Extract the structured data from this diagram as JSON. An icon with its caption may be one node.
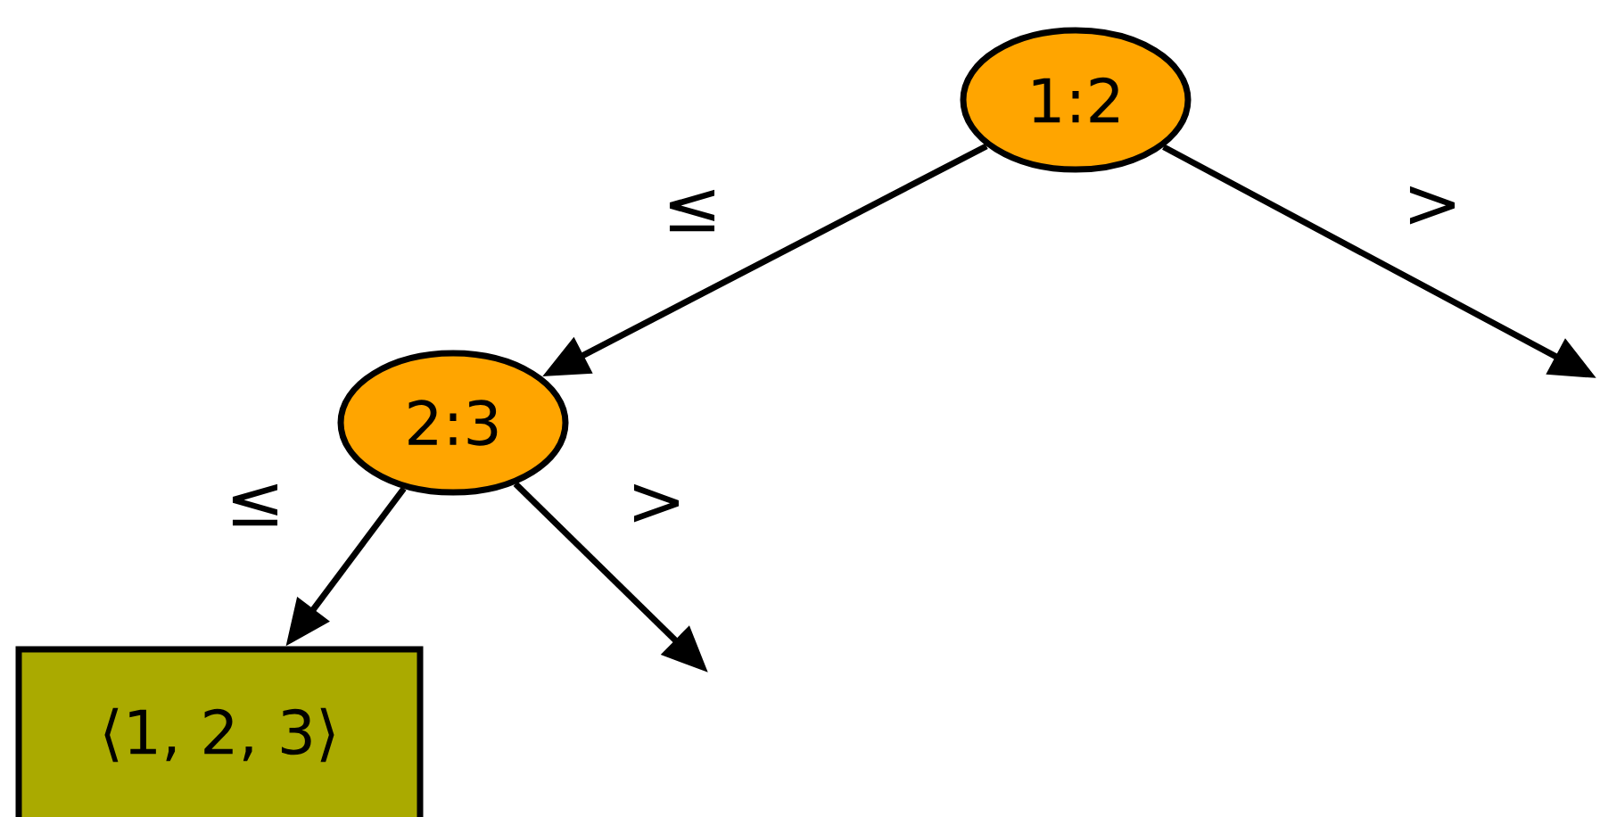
{
  "diagram": {
    "nodes": [
      {
        "text": [
          "1:2"
        ]
      },
      {
        "text": [
          "2:3"
        ]
      },
      {
        "text": [
          "⟨1, 2, 3⟩"
        ]
      }
    ],
    "edges": [
      {
        "from": 0,
        "to": 1,
        "arrow": "to",
        "label": "≤"
      },
      {
        "from": 0,
        "to": null,
        "arrow": "to",
        "label": ">"
      },
      {
        "from": 1,
        "to": 2,
        "arrow": "to",
        "label": "≤"
      },
      {
        "from": 1,
        "to": null,
        "arrow": "to",
        "label": ">"
      }
    ]
  }
}
